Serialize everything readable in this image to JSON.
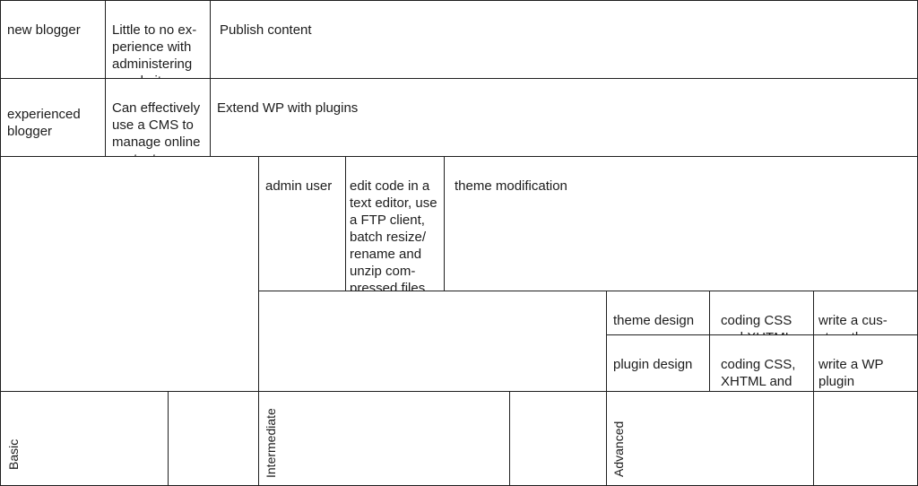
{
  "rows": [
    {
      "role": "new blogger",
      "skill": "Little to no ex-\nperience with\nadministering\na website",
      "task": "Publish content"
    },
    {
      "role": "experienced\nblogger",
      "skill": "Can effectively\nuse a CMS to\nmanage online\ncontent",
      "task": "Extend WP with plugins"
    },
    {
      "role": "admin user",
      "skill": "edit code in a\ntext editor, use\na FTP client,\nbatch resize/\nrename and\nunzip com-\npressed files",
      "task": "theme modification"
    },
    {
      "role": "theme design",
      "skill": "coding CSS\nand XHTML",
      "task": "write a cus-\nstom theme"
    },
    {
      "role": "plugin design",
      "skill": "coding CSS,\nXHTML and\nPHP",
      "task": "write a WP\nplugin"
    }
  ],
  "levels": [
    "Basic",
    "Intermediate",
    "Advanced"
  ]
}
